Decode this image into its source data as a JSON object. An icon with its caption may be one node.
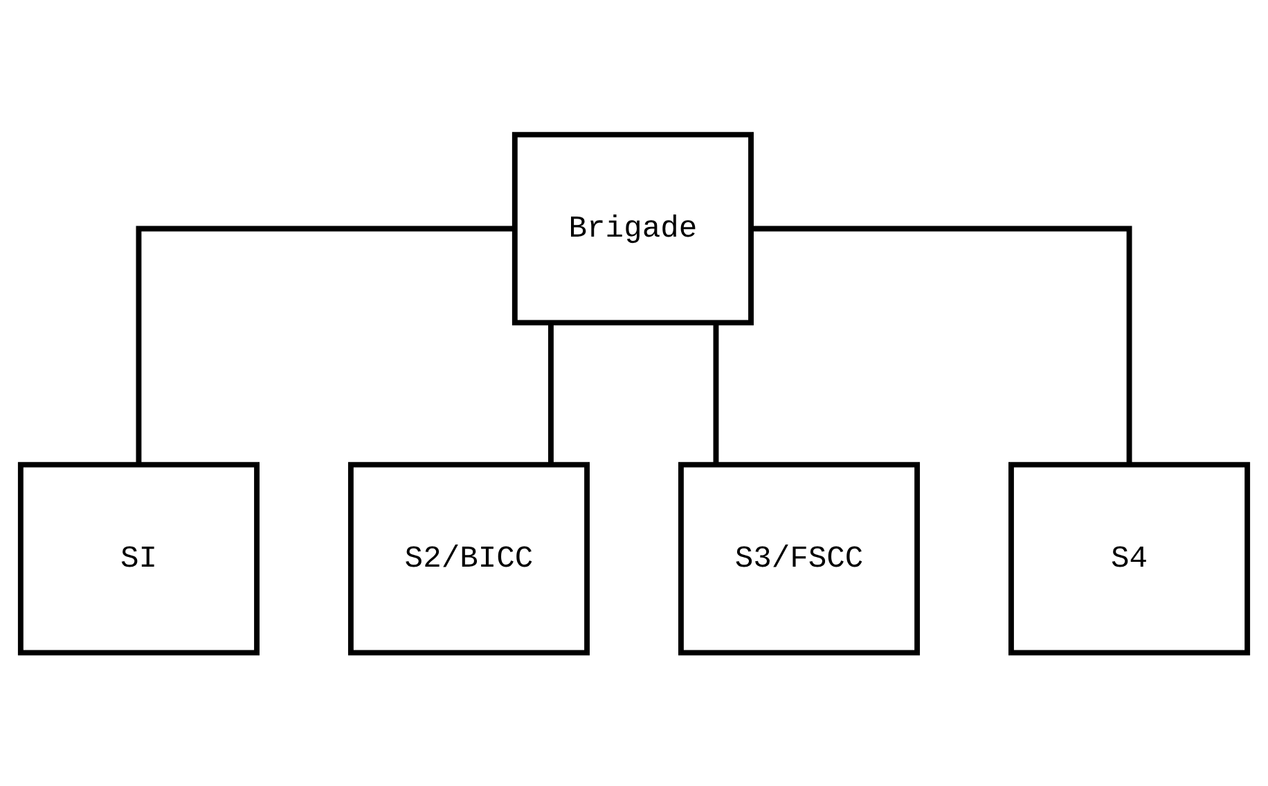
{
  "diagram": {
    "nodes": [
      {
        "text": [
          "Brigade"
        ]
      },
      {
        "text": [
          "SI"
        ]
      },
      {
        "text": [
          "S2/BICC"
        ]
      },
      {
        "text": [
          "S3/FSCC"
        ]
      },
      {
        "text": [
          "S4"
        ]
      }
    ],
    "edges": [
      {
        "from": 0,
        "to": 1,
        "arrow": "none"
      },
      {
        "from": 0,
        "to": 2,
        "arrow": "none"
      },
      {
        "from": 0,
        "to": 3,
        "arrow": "none"
      },
      {
        "from": 0,
        "to": 4,
        "arrow": "none"
      }
    ]
  }
}
